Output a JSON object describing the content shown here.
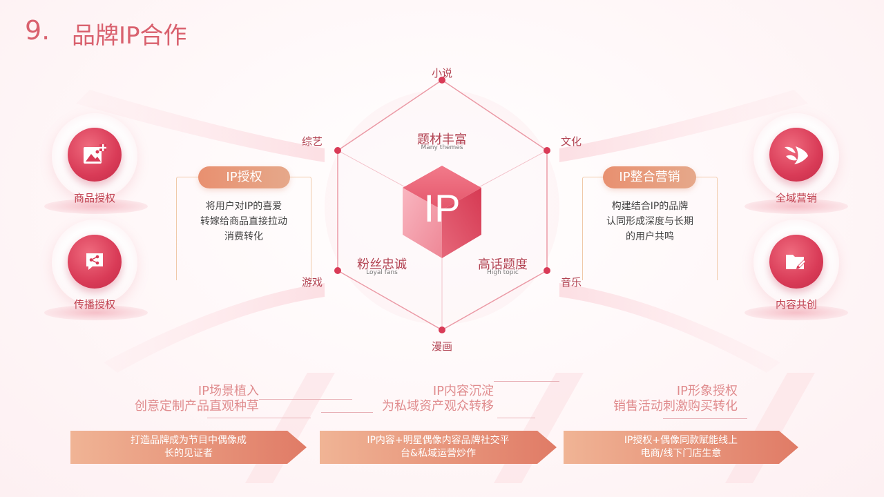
{
  "header": {
    "number": "9.",
    "title": "品牌IP合作"
  },
  "left_icons": [
    {
      "label": "商品授权",
      "icon": "add-image-icon"
    },
    {
      "label": "传播授权",
      "icon": "share-icon"
    }
  ],
  "right_icons": [
    {
      "label": "全域营销",
      "icon": "marketing-logo-icon"
    },
    {
      "label": "内容共创",
      "icon": "folder-edit-icon"
    }
  ],
  "left_box": {
    "title": "IP授权",
    "lines": [
      "将用户对IP的喜爱",
      "转嫁给商品直接拉动",
      "消费转化"
    ]
  },
  "right_box": {
    "title": "IP整合营销",
    "lines": [
      "构建结合IP的品牌",
      "认同形成深度与长期",
      "的用户共鸣"
    ]
  },
  "hexagon": {
    "center": "IP",
    "vertices": {
      "top": "小说",
      "upper_right": "文化",
      "lower_right": "音乐",
      "bottom": "漫画",
      "lower_left": "游戏",
      "upper_left": "综艺"
    },
    "faces": [
      {
        "cn": "题材丰富",
        "en": "Many themes"
      },
      {
        "cn": "粉丝忠诚",
        "en": "Loyal fans"
      },
      {
        "cn": "高话题度",
        "en": "High topic"
      }
    ]
  },
  "bottom": [
    {
      "title1": "IP场景植入",
      "title2": "创意定制产品直观种草",
      "band": [
        "打造品牌成为节目中偶像成",
        "长的见证者"
      ]
    },
    {
      "title1": "IP内容沉淀",
      "title2": "为私域资产观众转移",
      "band": [
        "IP内容+明星偶像内容品牌社交平",
        "台&私域运营炒作"
      ]
    },
    {
      "title1": "IP形象授权",
      "title2": "销售活动刺激购买转化",
      "band": [
        "IP授权+偶像同款赋能线上",
        "电商/线下门店生意"
      ]
    }
  ],
  "colors": {
    "accent": "#d9616e",
    "icon": "#d93b57",
    "pill": "#e89070"
  }
}
